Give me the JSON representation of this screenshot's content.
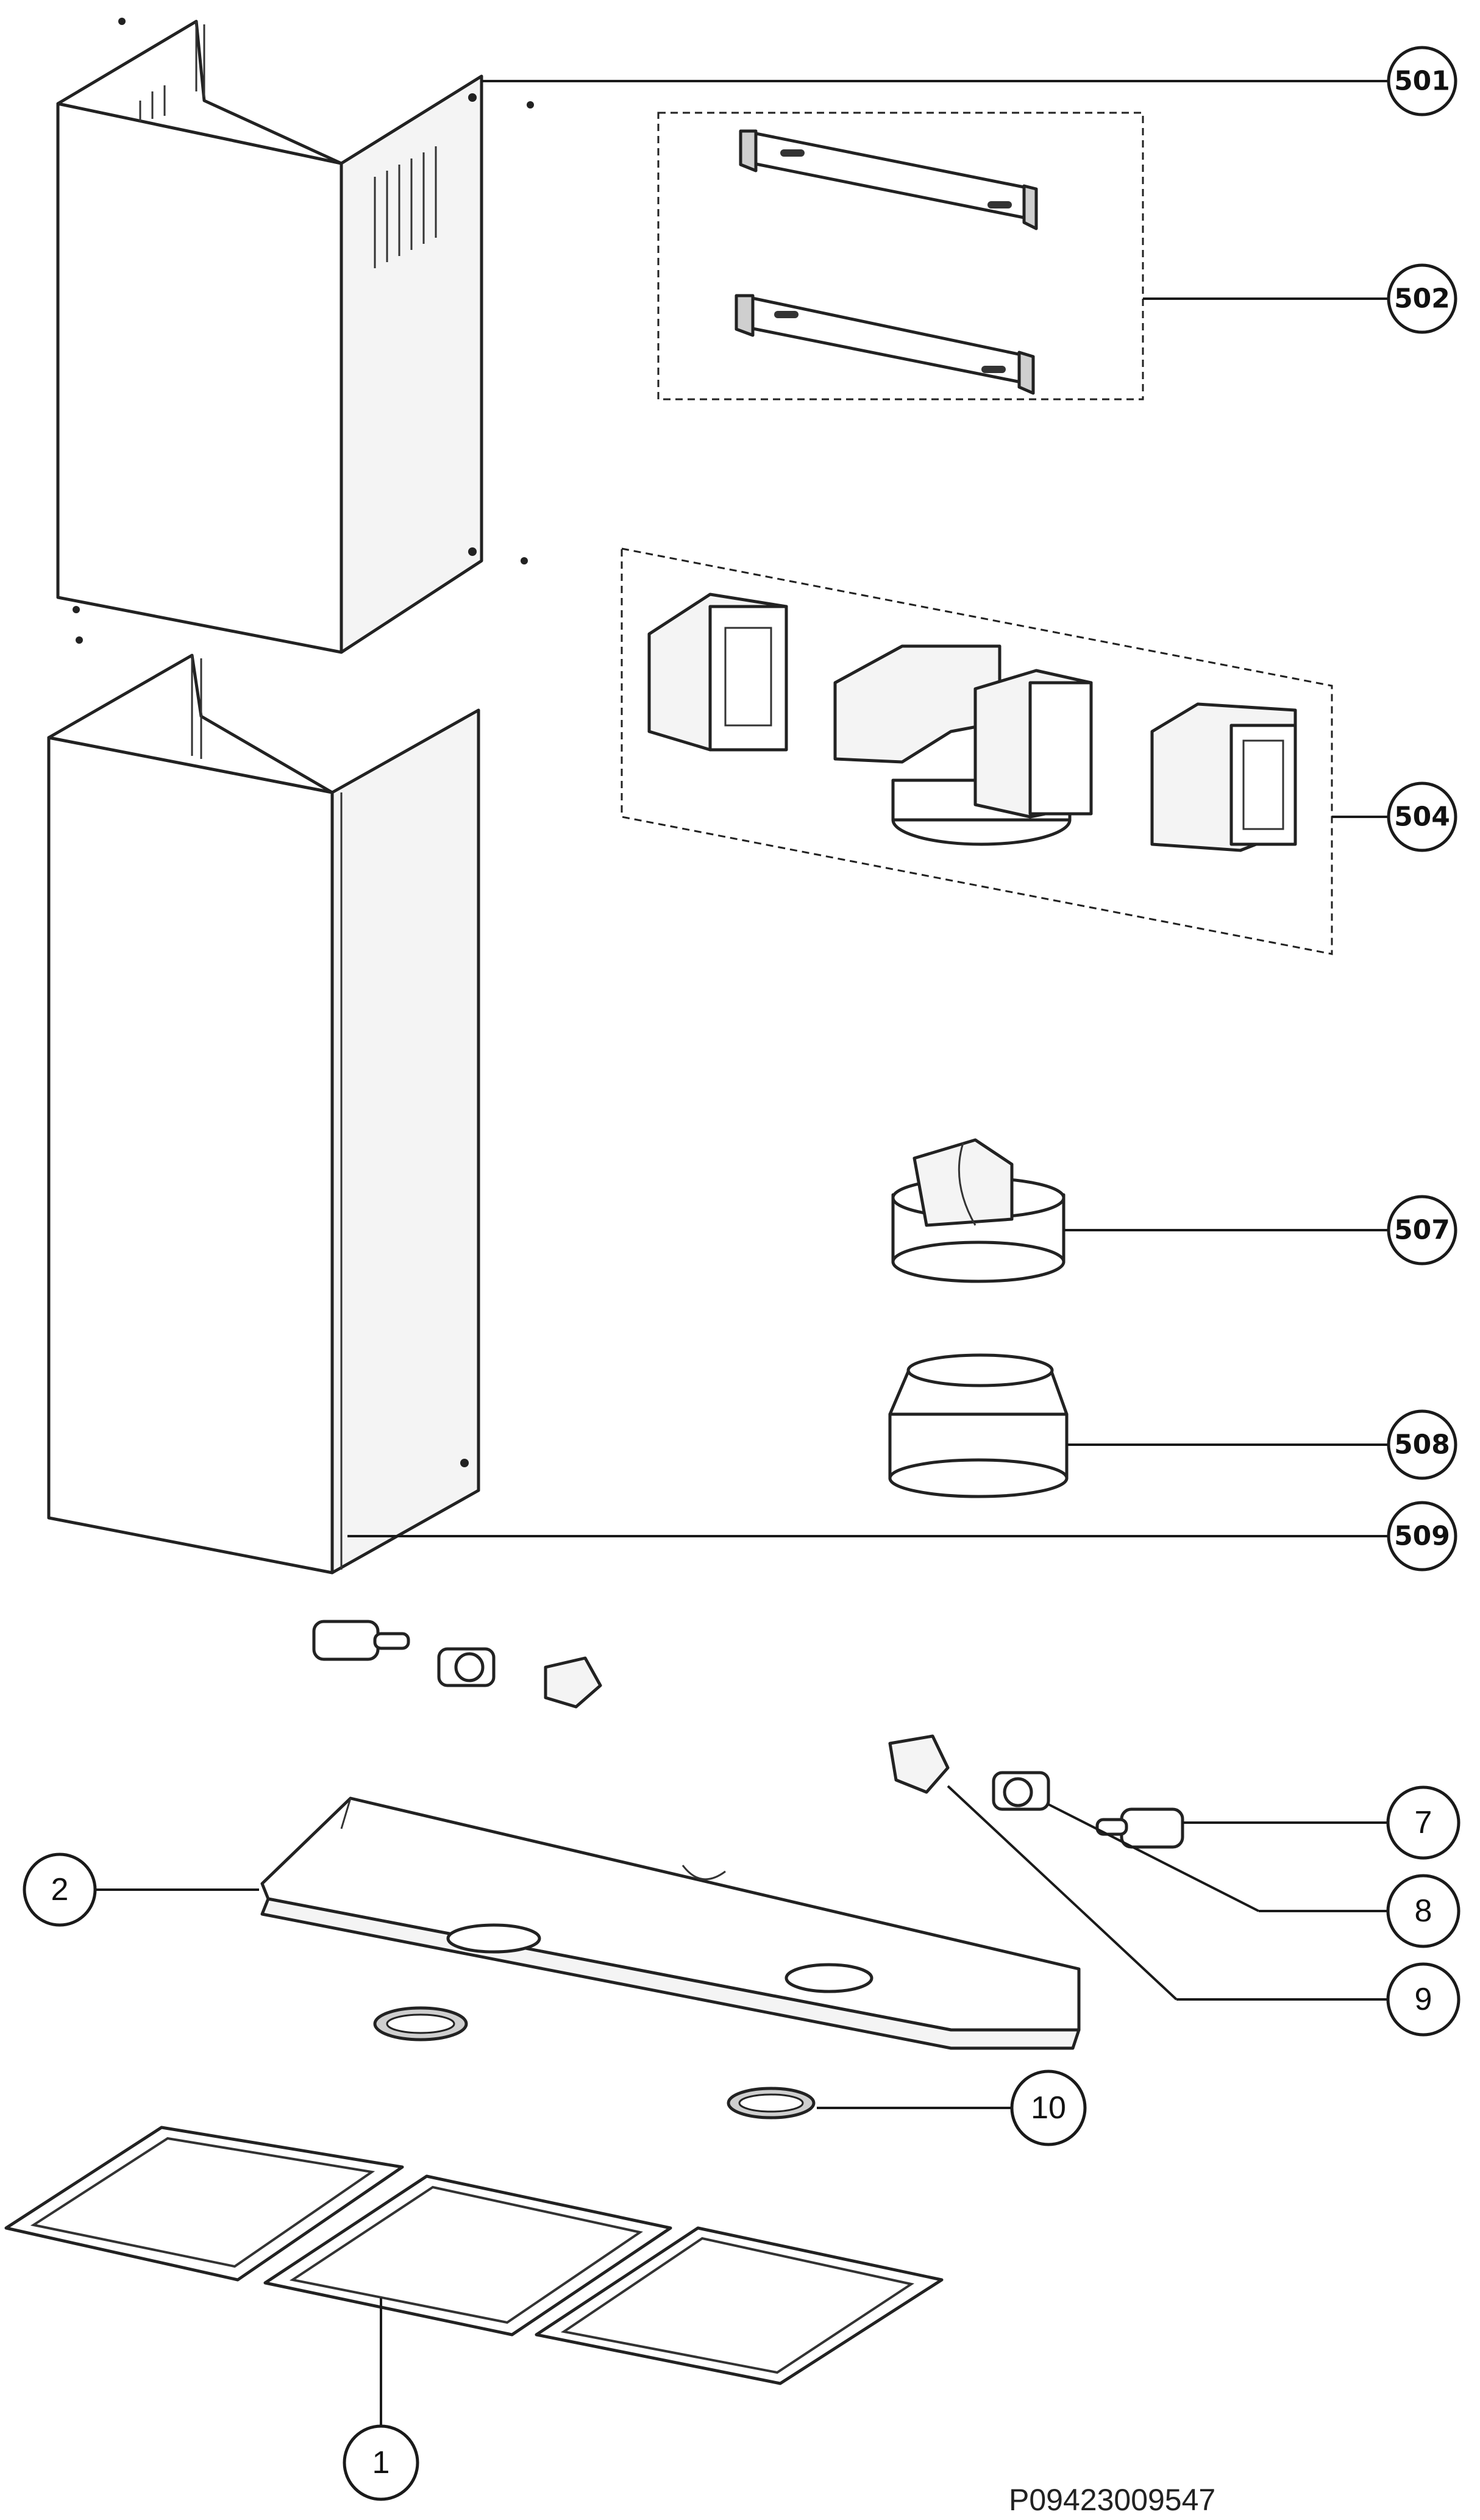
{
  "callouts": {
    "c501": "501",
    "c502": "502",
    "c504": "504",
    "c507": "507",
    "c508": "508",
    "c509": "509",
    "c7": "7",
    "c2": "2",
    "c8": "8",
    "c9": "9",
    "c10": "10",
    "c1": "1"
  },
  "footer": {
    "code": "P09423009547"
  }
}
